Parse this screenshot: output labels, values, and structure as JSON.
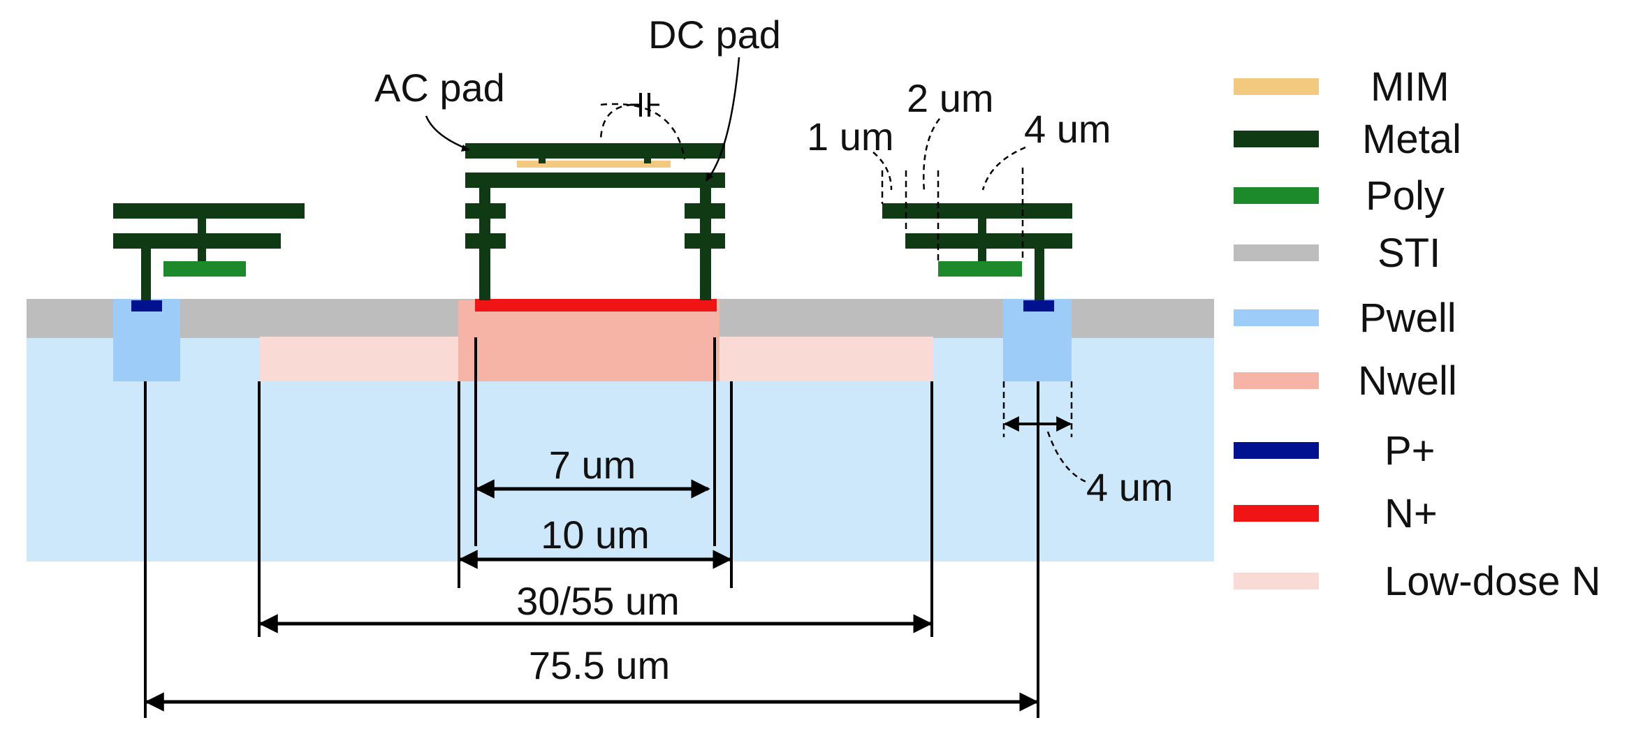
{
  "colors": {
    "mim": "#F2C97E",
    "metal": "#0F3A14",
    "poly": "#1C8A2A",
    "sti": "#BDBDBD",
    "pwell": "#9ECCF9",
    "substrate": "#CCE8FA",
    "nwell": "#F5B4A6",
    "pplus": "#001290",
    "nplus": "#F01414",
    "low_dose_n": "#FADAD5",
    "line": "#000000"
  },
  "labels": {
    "ac_pad": "AC pad",
    "dc_pad": "DC pad",
    "dim_1um": "1 um",
    "dim_2um": "2 um",
    "dim_4um_top": "4 um",
    "dim_4um_pwell": "4 um",
    "dim_7um": "7 um",
    "dim_10um": "10 um",
    "dim_30_55um": "30/55 um",
    "dim_75_5um": "75.5 um"
  },
  "legend": [
    {
      "name": "MIM",
      "color": "#F2C97E"
    },
    {
      "name": "Metal",
      "color": "#0F3A14"
    },
    {
      "name": "Poly",
      "color": "#1C8A2A"
    },
    {
      "name": "STI",
      "color": "#BDBDBD"
    },
    {
      "name": "Pwell",
      "color": "#9ECCF9"
    },
    {
      "name": "Nwell",
      "color": "#F5B4A6"
    },
    {
      "name": "P+",
      "color": "#001290"
    },
    {
      "name": "N+",
      "color": "#F01414"
    },
    {
      "name": "Low-dose N",
      "color": "#FADAD5"
    }
  ]
}
